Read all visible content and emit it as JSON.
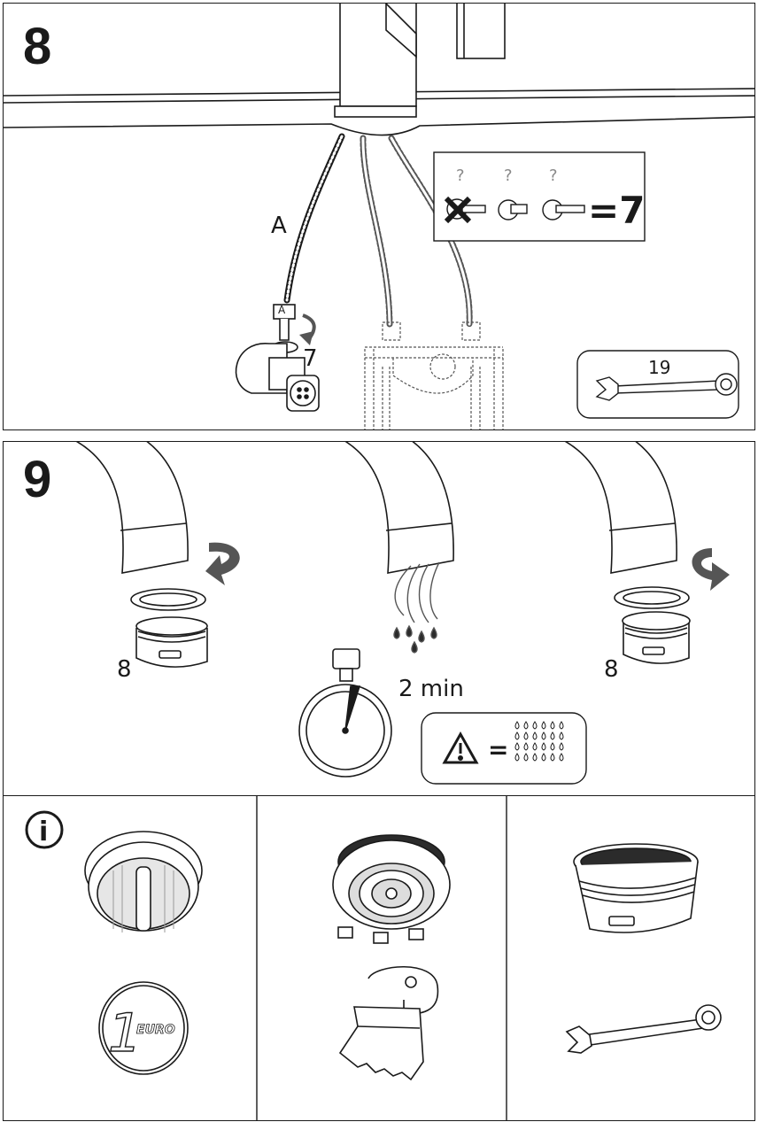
{
  "step8": {
    "number": "8",
    "hose_label": "A",
    "valve_tag": "A",
    "rotation_label": "7",
    "torque_box": {
      "question_marks": [
        "?",
        "?",
        "?"
      ],
      "result": "=7"
    },
    "wrench_size": "19",
    "icons": [
      "faucet-icon",
      "hose-icon",
      "angle-valve-icon",
      "water-heater-icon",
      "wrench-icon"
    ]
  },
  "step9": {
    "number": "9",
    "left_part_label": "8",
    "right_part_label": "8",
    "flush_duration": "2 min",
    "warning_equals": "=",
    "icons": [
      "spout-icon",
      "arrow-rotate-icon",
      "aerator-icon",
      "water-drops-icon",
      "stopwatch-icon",
      "warning-icon"
    ]
  },
  "info_row": {
    "info_symbol": "i",
    "coin_numeral": "1",
    "coin_text": "EURO",
    "items": [
      "aerator-coin-slot",
      "euro-coin",
      "aerator-insert",
      "aerator-key",
      "aerator-housing",
      "wrench"
    ]
  },
  "colors": {
    "line": "#1a1a1a",
    "background": "#ffffff",
    "fill_dark": "#2b2b2b"
  }
}
